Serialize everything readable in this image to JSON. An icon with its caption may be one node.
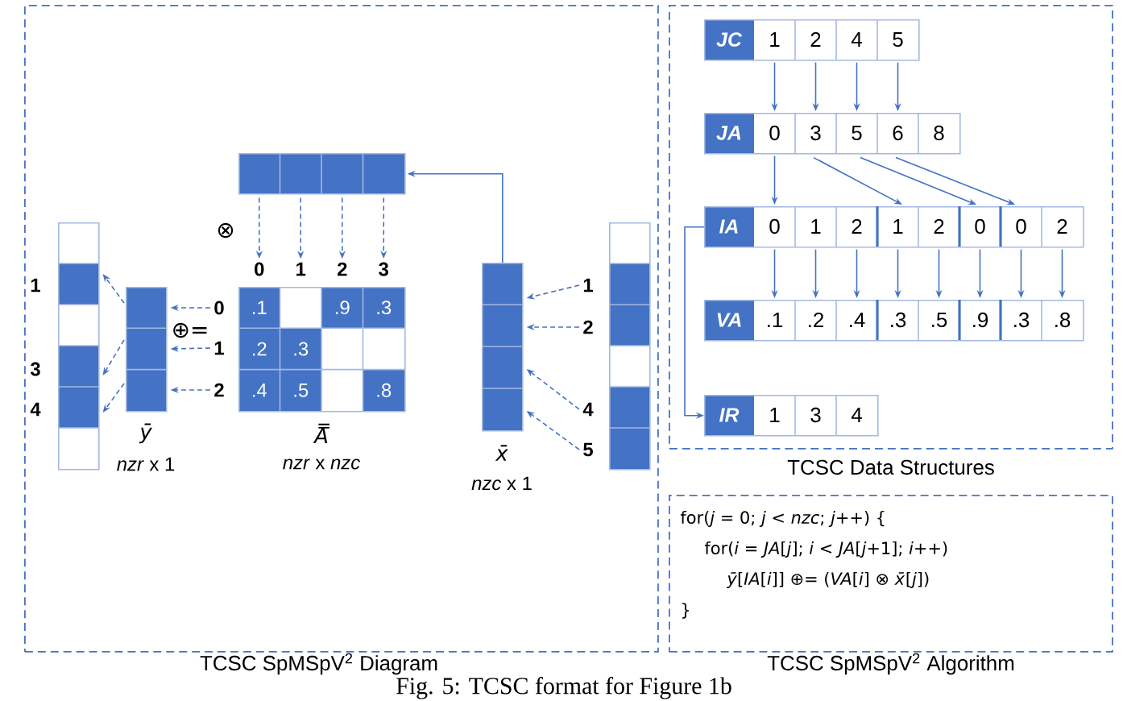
{
  "diagram": {
    "caption": "Fig. 5: TCSC format for Figure 1b",
    "nodes": [
      {
        "text": [
          "TCSC SpMSpV$^{2}$ Diagram"
        ]
      },
      {
        "text": [
          "TCSC Data Structures"
        ]
      },
      {
        "text": [
          "TCSC SpMSpV$^{2}$ Algorithm",
          "for(*j* = 0; *j* < *nzc*; *j*++) {",
          "for(*i* = *JA*[*j*]; *i* < *JA*[*j*+1]; *i*++)",
          "*ȳ*[*IA*[*i*]] ⊕= (*VA*[*i*] ⊗ *x̄*[*j*])",
          "}"
        ]
      },
      {
        "text": [],
        "shape": "bar",
        "in": 0
      },
      {
        "text": [],
        "shape": "bar",
        "in": 0,
        "beside": [
          "ȳ",
          "*nzr* x 1"
        ]
      },
      {
        "text": [
          ".1",
          ".9",
          ".3",
          ".2",
          ".3",
          ".4",
          ".5",
          ".8"
        ],
        "in": 0,
        "beside": [
          "A̿",
          "*nzr* x *nzc*"
        ]
      },
      {
        "text": [],
        "shape": "bar",
        "in": 0
      },
      {
        "text": [],
        "shape": "bar",
        "in": 0,
        "beside": [
          "x̄",
          "*nzc* x 1"
        ]
      },
      {
        "text": [],
        "shape": "bar",
        "in": 0
      },
      {
        "text": [
          "0"
        ],
        "in": 0
      },
      {
        "text": [
          "1"
        ],
        "in": 0
      },
      {
        "text": [
          "2"
        ],
        "in": 0
      },
      {
        "text": [
          "0"
        ],
        "in": 0
      },
      {
        "text": [
          "1"
        ],
        "in": 0
      },
      {
        "text": [
          "2"
        ],
        "in": 0
      },
      {
        "text": [
          "3"
        ],
        "in": 0
      },
      {
        "text": [
          "1"
        ],
        "in": 0
      },
      {
        "text": [
          "2"
        ],
        "in": 0
      },
      {
        "text": [
          "4"
        ],
        "in": 0
      },
      {
        "text": [
          "5"
        ],
        "in": 0
      },
      {
        "text": [
          "JC",
          "1",
          "2",
          "4",
          "5"
        ],
        "in": 1
      },
      {
        "text": [
          "JA",
          "0",
          "3",
          "5",
          "6",
          "8"
        ],
        "in": 1
      },
      {
        "text": [
          "IA",
          "0",
          "1",
          "2",
          "1",
          "2",
          "0",
          "0",
          "2"
        ],
        "in": 1
      },
      {
        "text": [
          "VA",
          ".1",
          ".2",
          ".4",
          ".3",
          ".5",
          ".9",
          ".3",
          ".8"
        ],
        "in": 1
      },
      {
        "text": [
          "IR",
          "1",
          "3",
          "4"
        ],
        "in": 1
      }
    ],
    "edges": [
      {
        "from": 9,
        "to": 4,
        "arrow": "to",
        "style": "dashed"
      },
      {
        "from": 10,
        "to": 4,
        "arrow": "to",
        "style": "dashed"
      },
      {
        "from": 11,
        "to": 4,
        "arrow": "to",
        "style": "dashed"
      },
      {
        "from": 4,
        "to": 3,
        "arrow": "to",
        "style": "dashed"
      },
      {
        "from": 4,
        "to": 3,
        "arrow": "to",
        "style": "dashed"
      },
      {
        "from": 4,
        "to": 3,
        "arrow": "to",
        "style": "dashed"
      },
      {
        "from": 6,
        "to": 12,
        "arrow": "to",
        "style": "dashed"
      },
      {
        "from": 6,
        "to": 13,
        "arrow": "to",
        "style": "dashed"
      },
      {
        "from": 6,
        "to": 14,
        "arrow": "to",
        "style": "dashed"
      },
      {
        "from": 6,
        "to": 15,
        "arrow": "to",
        "style": "dashed"
      },
      {
        "from": 7,
        "to": 6,
        "arrow": "to"
      },
      {
        "from": 16,
        "to": 7,
        "arrow": "to",
        "style": "dashed"
      },
      {
        "from": 17,
        "to": 7,
        "arrow": "to",
        "style": "dashed"
      },
      {
        "from": 18,
        "to": 7,
        "arrow": "to",
        "style": "dashed"
      },
      {
        "from": 19,
        "to": 7,
        "arrow": "to",
        "style": "dashed"
      },
      {
        "from": 20,
        "to": 21,
        "arrow": "to"
      },
      {
        "from": 20,
        "to": 21,
        "arrow": "to"
      },
      {
        "from": 20,
        "to": 21,
        "arrow": "to"
      },
      {
        "from": 20,
        "to": 21,
        "arrow": "to"
      },
      {
        "from": 21,
        "to": 22,
        "arrow": "to"
      },
      {
        "from": 21,
        "to": 22,
        "arrow": "to"
      },
      {
        "from": 21,
        "to": 22,
        "arrow": "to"
      },
      {
        "from": 21,
        "to": 22,
        "arrow": "to"
      },
      {
        "from": 22,
        "to": 23,
        "arrow": "to"
      },
      {
        "from": 22,
        "to": 23,
        "arrow": "to"
      },
      {
        "from": 22,
        "to": 23,
        "arrow": "to"
      },
      {
        "from": 22,
        "to": 23,
        "arrow": "to"
      },
      {
        "from": 22,
        "to": 23,
        "arrow": "to"
      },
      {
        "from": 22,
        "to": 23,
        "arrow": "to"
      },
      {
        "from": 22,
        "to": 23,
        "arrow": "to"
      },
      {
        "from": 22,
        "to": 23,
        "arrow": "to"
      },
      {
        "from": 22,
        "to": 24,
        "arrow": "to"
      }
    ],
    "labels": [
      "⊗",
      "1",
      "⊕=",
      "3",
      "4"
    ]
  }
}
